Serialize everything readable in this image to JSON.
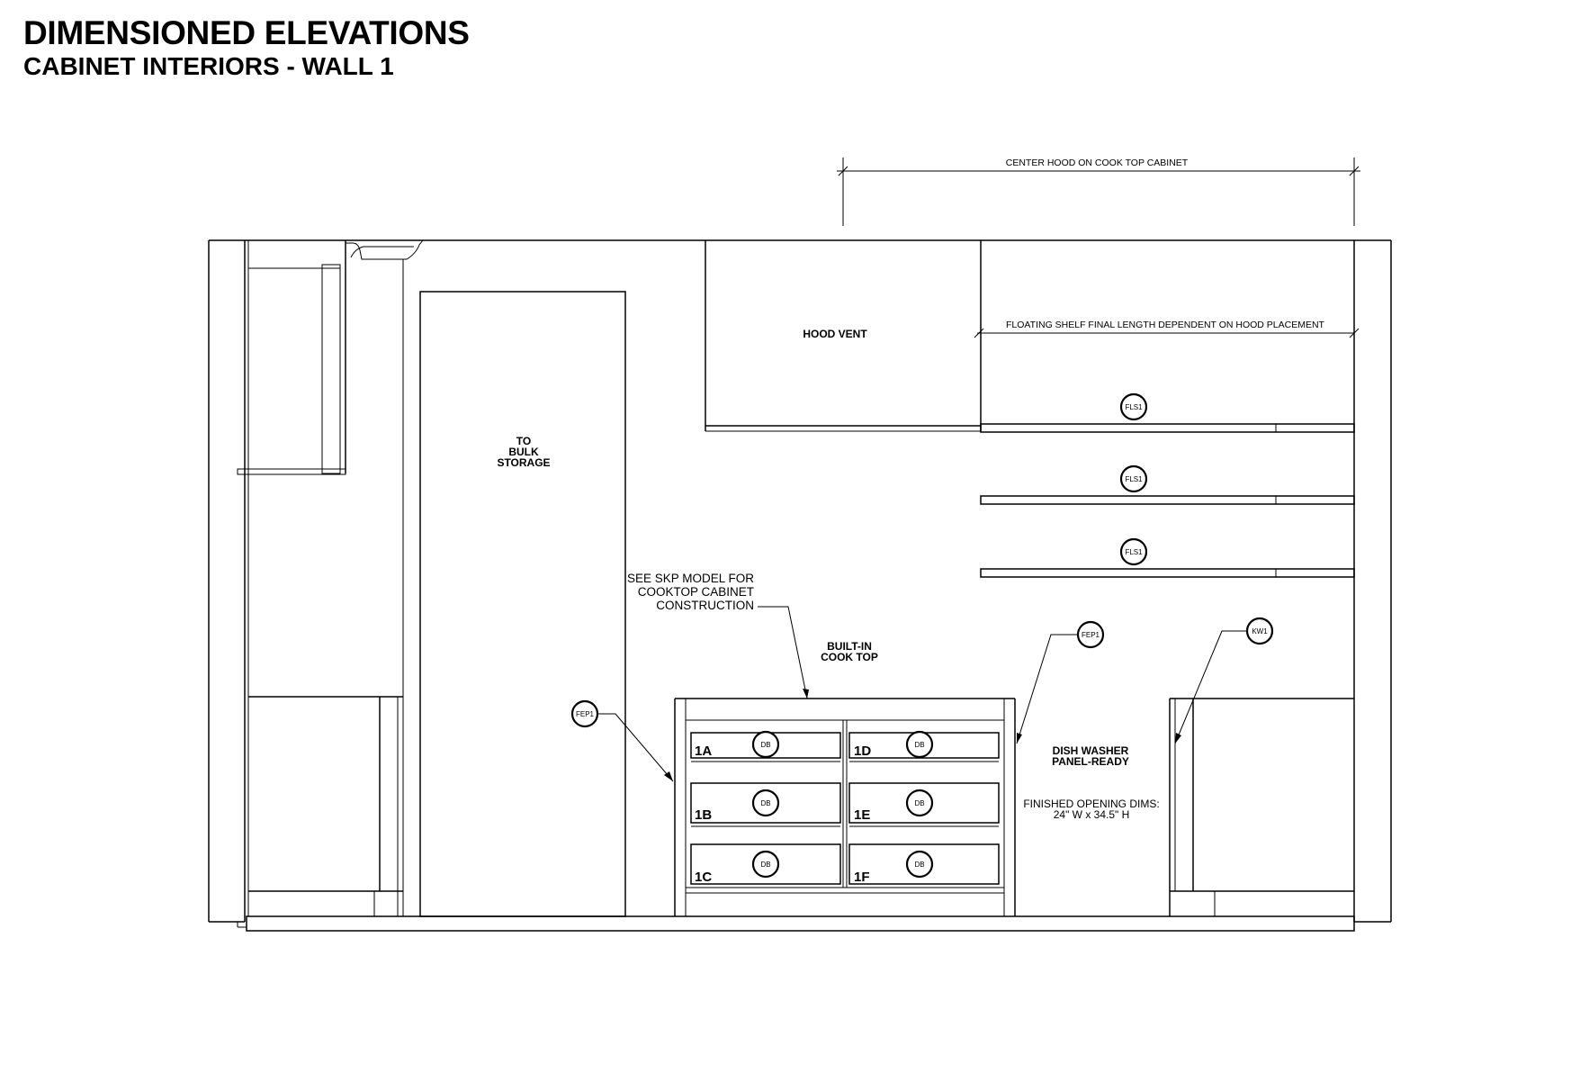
{
  "header": {
    "title": "DIMENSIONED ELEVATIONS",
    "subtitle": "CABINET INTERIORS - WALL 1"
  },
  "dimensions": {
    "hood_center": "CENTER HOOD ON COOK TOP CABINET",
    "floating_shelf": "FLOATING SHELF FINAL LENGTH DEPENDENT ON HOOD PLACEMENT"
  },
  "labels": {
    "hood_vent": "HOOD VENT",
    "bulk_storage": [
      "TO",
      "BULK",
      "STORAGE"
    ],
    "skp_note": [
      "SEE SKP MODEL FOR",
      "COOKTOP CABINET",
      "CONSTRUCTION"
    ],
    "cook_top": [
      "BUILT-IN",
      "COOK TOP"
    ],
    "dishwasher": [
      "DISH WASHER",
      "PANEL-READY"
    ],
    "opening_dims": [
      "FINISHED OPENING DIMS:",
      "24\" W x 34.5\" H"
    ]
  },
  "tags": {
    "fls": "FLS1",
    "fep": "FEP1",
    "kw": "KW1",
    "db": "DB"
  },
  "drawers": [
    "1A",
    "1B",
    "1C",
    "1D",
    "1E",
    "1F"
  ]
}
